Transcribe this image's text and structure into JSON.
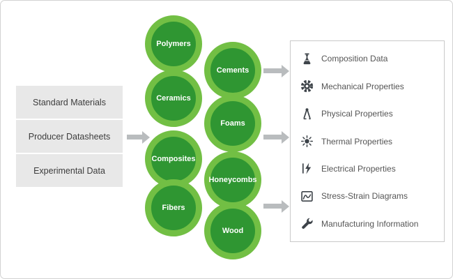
{
  "sources": {
    "items": [
      "Standard Materials",
      "Producer Datasheets",
      "Experimental Data"
    ]
  },
  "materials": {
    "chain1": [
      "Polymers",
      "Ceramics",
      "Composites",
      "Fibers"
    ],
    "chain2": [
      "Cements",
      "Foams",
      "Honeycombs",
      "Wood"
    ]
  },
  "properties": {
    "items": [
      {
        "icon": "flask-icon",
        "label": "Composition Data"
      },
      {
        "icon": "gear-icon",
        "label": "Mechanical Properties"
      },
      {
        "icon": "caliper-icon",
        "label": "Physical Properties"
      },
      {
        "icon": "sun-icon",
        "label": "Thermal Properties"
      },
      {
        "icon": "lightning-icon",
        "label": "Electrical Properties"
      },
      {
        "icon": "stress-strain-chart-icon",
        "label": "Stress-Strain Diagrams"
      },
      {
        "icon": "wrench-icon",
        "label": "Manufacturing Information"
      }
    ]
  },
  "colors": {
    "circle_inner": "#2f9632",
    "circle_ring": "#72bf44",
    "arrow": "#b9bcbe",
    "source_bg": "#e8e8e8",
    "icon": "#3d4349"
  }
}
